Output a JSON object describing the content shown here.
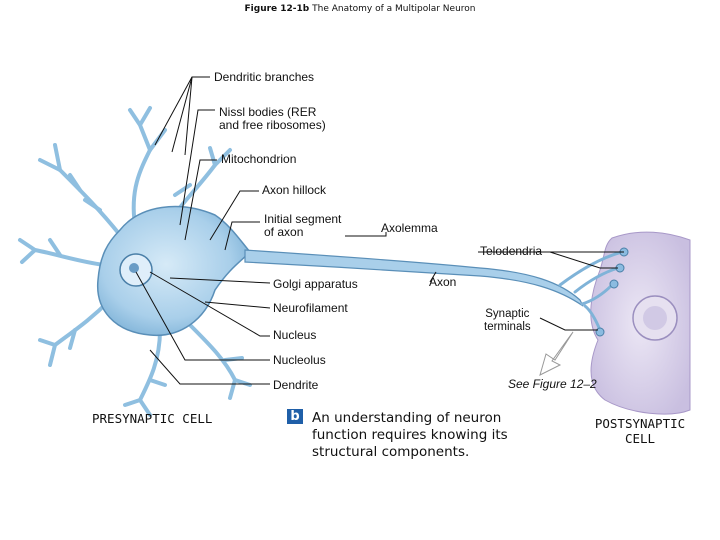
{
  "figure_title": {
    "prefix": "Figure 12-1b",
    "text": "The Anatomy of a Multipolar Neuron"
  },
  "labels": {
    "dendritic_branches": "Dendritic branches",
    "nissl_line1": "Nissl bodies (RER",
    "nissl_line2": "and free ribosomes)",
    "mitochondrion": "Mitochondrion",
    "axon_hillock": "Axon hillock",
    "initial_segment_line1": "Initial segment",
    "initial_segment_line2": "of axon",
    "axolemma": "Axolemma",
    "telodendria": "Telodendria",
    "golgi": "Golgi apparatus",
    "axon": "Axon",
    "neurofilament": "Neurofilament",
    "synaptic_line1": "Synaptic",
    "synaptic_line2": "terminals",
    "nucleus": "Nucleus",
    "nucleolus": "Nucleolus",
    "dendrite": "Dendrite"
  },
  "see_figure": "See Figure 12–2",
  "presynaptic": "PRESYNAPTIC CELL",
  "postsynaptic_line1": "POSTSYNAPTIC",
  "postsynaptic_line2": "CELL",
  "caption_badge": "b",
  "caption": "An understanding of neuron function requires knowing its structural components.",
  "colors": {
    "cell_fill": "#b8d8ee",
    "cell_stroke": "#5a8fb8",
    "post_cell": "#ddd6ec",
    "badge": "#1f5fa8"
  }
}
